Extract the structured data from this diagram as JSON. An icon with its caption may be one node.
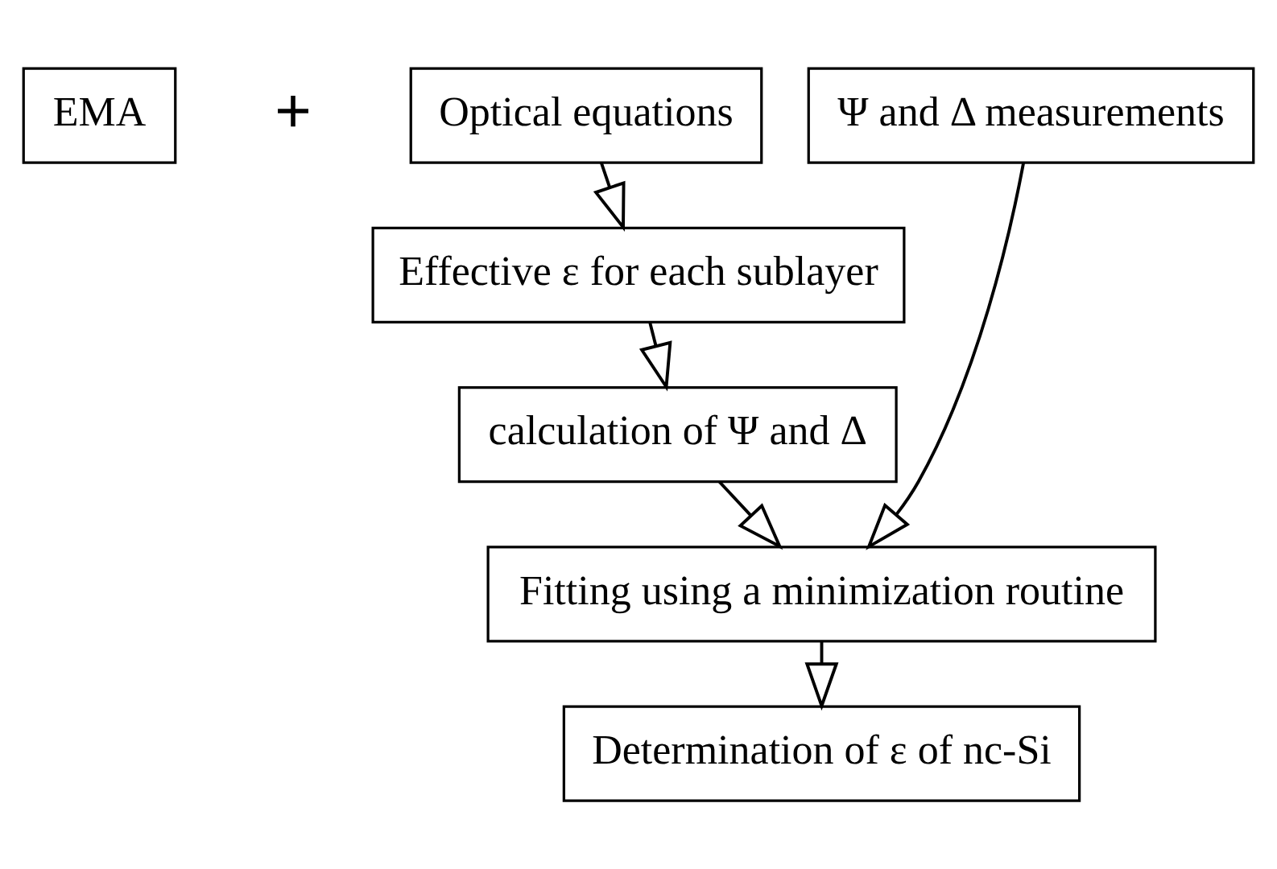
{
  "diagram": {
    "nodes": [
      {
        "text": [
          "EMA"
        ]
      },
      {
        "text": [
          "Optical equations"
        ]
      },
      {
        "text": [
          "Ψ and Δ measurements"
        ]
      },
      {
        "text": [
          "Effective ε for each sublayer"
        ]
      },
      {
        "text": [
          "calculation of Ψ and Δ"
        ]
      },
      {
        "text": [
          "Fitting using a minimization routine"
        ]
      },
      {
        "text": [
          "Determination of ε of nc-Si"
        ]
      }
    ],
    "edges": [
      {
        "from": 1,
        "to": 3,
        "arrow": "to"
      },
      {
        "from": 3,
        "to": 4,
        "arrow": "to"
      },
      {
        "from": 4,
        "to": 5,
        "arrow": "to"
      },
      {
        "from": 2,
        "to": 5,
        "arrow": "to"
      },
      {
        "from": 5,
        "to": 6,
        "arrow": "to"
      }
    ],
    "labels": [
      "+"
    ]
  }
}
